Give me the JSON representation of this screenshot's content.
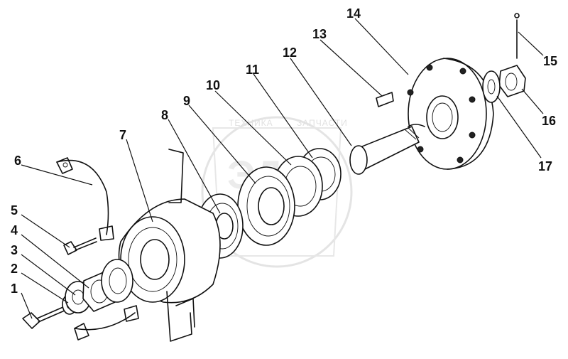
{
  "diagram": {
    "watermark": {
      "left_word": "ТЕХНИКА",
      "right_word": "ЗАПЧАСТИ",
      "logo": "ЭДФ"
    },
    "callouts": [
      "1",
      "2",
      "3",
      "4",
      "5",
      "6",
      "7",
      "8",
      "9",
      "10",
      "11",
      "12",
      "13",
      "14",
      "15",
      "16",
      "17"
    ]
  }
}
